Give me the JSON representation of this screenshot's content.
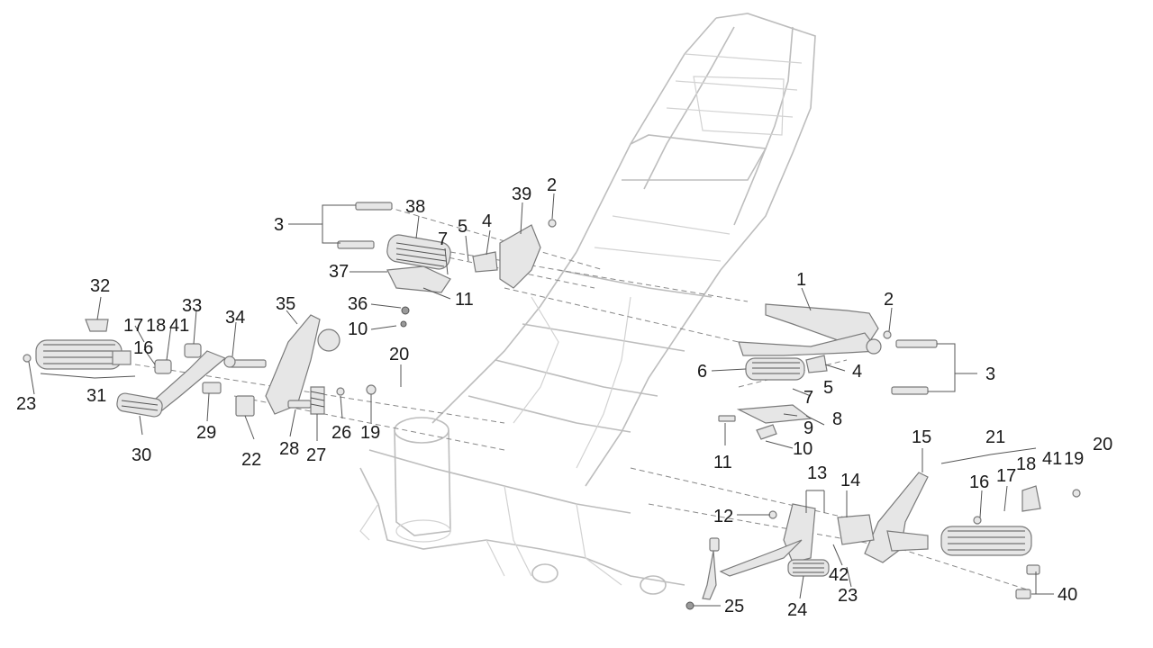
{
  "diagram": {
    "labels": {
      "l1": "1",
      "l2a": "2",
      "l2b": "2",
      "l3a": "3",
      "l3b": "3",
      "l4a": "4",
      "l4b": "4",
      "l5a": "5",
      "l5b": "5",
      "l6": "6",
      "l7a": "7",
      "l7b": "7",
      "l8": "8",
      "l9": "9",
      "l10a": "10",
      "l10b": "10",
      "l11a": "11",
      "l11b": "11",
      "l12": "12",
      "l13": "13",
      "l14": "14",
      "l15": "15",
      "l16a": "16",
      "l16b": "16",
      "l17a": "17",
      "l17b": "17",
      "l18a": "18",
      "l18b": "18",
      "l19a": "19",
      "l19b": "19",
      "l20a": "20",
      "l20b": "20",
      "l21": "21",
      "l22": "22",
      "l23a": "23",
      "l23b": "23",
      "l24": "24",
      "l25": "25",
      "l26": "26",
      "l27": "27",
      "l28": "28",
      "l29": "29",
      "l30": "30",
      "l31": "31",
      "l32": "32",
      "l33": "33",
      "l34": "34",
      "l35": "35",
      "l36": "36",
      "l37": "37",
      "l38": "38",
      "l39": "39",
      "l40": "40",
      "l41a": "41",
      "l41b": "41",
      "l42": "42"
    }
  }
}
